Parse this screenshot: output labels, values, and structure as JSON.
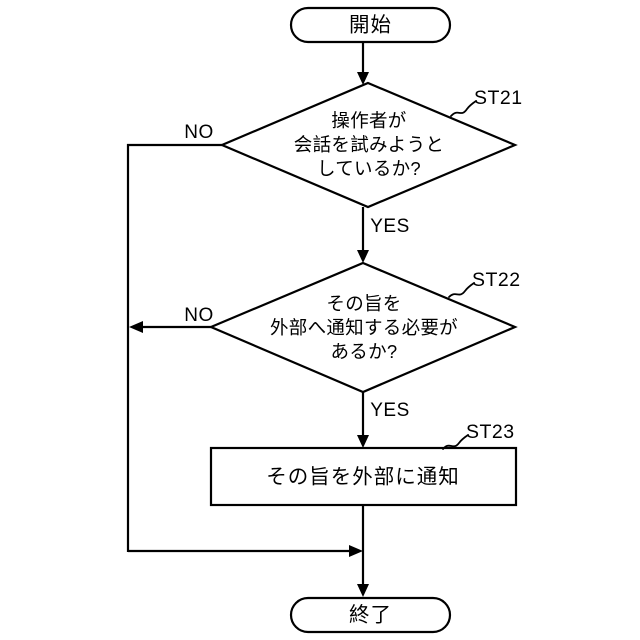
{
  "diagram": {
    "type": "flowchart",
    "language": "ja",
    "background_color": "#ffffff",
    "line_color": "#000000",
    "nodes": {
      "start": {
        "shape": "stadium",
        "label": "開始"
      },
      "decision_st21": {
        "shape": "diamond",
        "tag": "ST21",
        "lines": [
          "操作者が",
          "会話を試みようと",
          "しているか?"
        ],
        "yes_label": "YES",
        "no_label": "NO"
      },
      "decision_st22": {
        "shape": "diamond",
        "tag": "ST22",
        "lines": [
          "その旨を",
          "外部へ通知する必要が",
          "あるか?"
        ],
        "yes_label": "YES",
        "no_label": "NO"
      },
      "process_st23": {
        "shape": "rectangle",
        "tag": "ST23",
        "label": "その旨を外部に通知"
      },
      "end": {
        "shape": "stadium",
        "label": "終了"
      }
    },
    "edges": [
      {
        "from": "start",
        "to": "decision_st21",
        "label": ""
      },
      {
        "from": "decision_st21",
        "to": "decision_st22",
        "label": "YES"
      },
      {
        "from": "decision_st21",
        "to": "merge_bottom",
        "label": "NO"
      },
      {
        "from": "decision_st22",
        "to": "process_st23",
        "label": "YES"
      },
      {
        "from": "decision_st22",
        "to": "merge_bottom",
        "label": "NO"
      },
      {
        "from": "process_st23",
        "to": "end",
        "label": ""
      }
    ]
  }
}
